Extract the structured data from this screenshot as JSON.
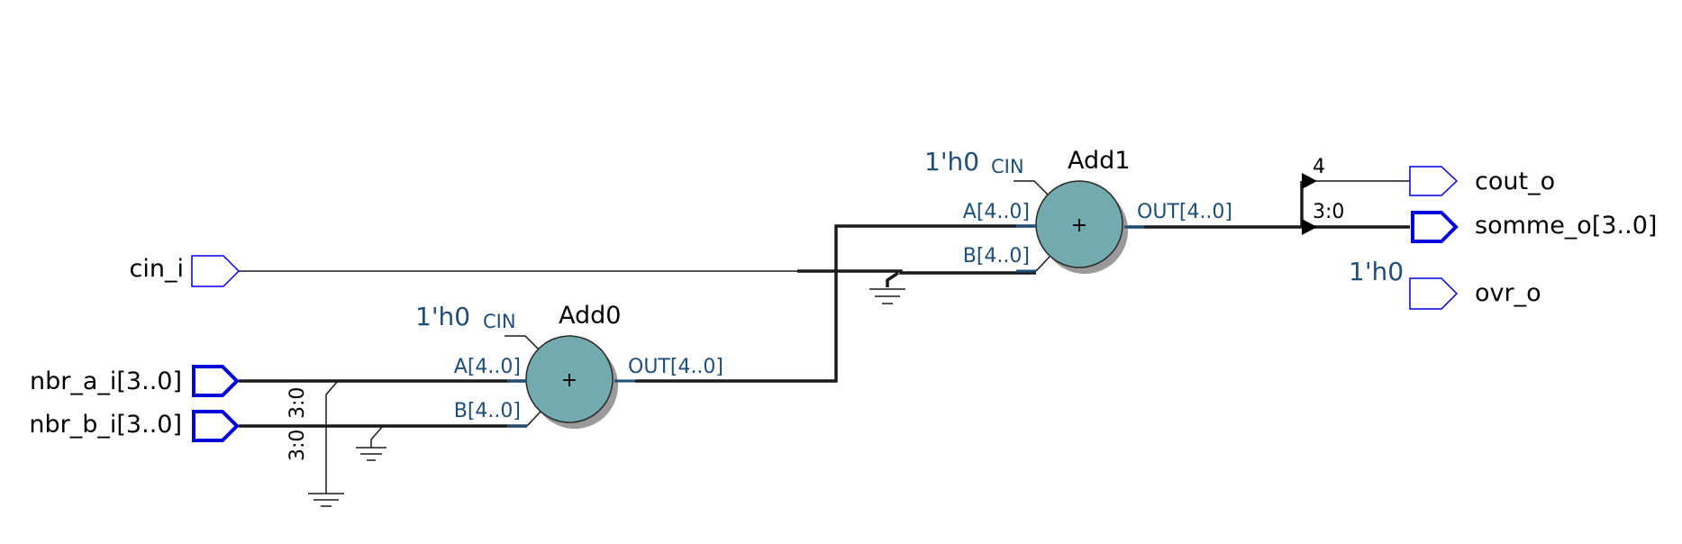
{
  "inputs": {
    "cin": "cin_i",
    "nbr_a": "nbr_a_i[3..0]",
    "nbr_b": "nbr_b_i[3..0]"
  },
  "outputs": {
    "cout": "cout_o",
    "somme": "somme_o[3..0]",
    "ovr": "ovr_o"
  },
  "add0": {
    "name": "Add0",
    "op": "+",
    "cin_const": "1'h0",
    "cin_label": "CIN",
    "pin_a": "A[4..0]",
    "pin_b": "B[4..0]",
    "pin_out": "OUT[4..0]"
  },
  "add1": {
    "name": "Add1",
    "op": "+",
    "cin_const": "1'h0",
    "cin_label": "CIN",
    "pin_a": "A[4..0]",
    "pin_b": "B[4..0]",
    "pin_out": "OUT[4..0]"
  },
  "slices": {
    "a_slice": "3:0",
    "b_slice": "3:0",
    "cout_bit": "4",
    "somme_slice": "3:0"
  },
  "ovr_const": "1'h0",
  "colors": {
    "port": "#0000dd",
    "adder_fill": "#73aaad",
    "pin_text": "#1f4e79"
  }
}
